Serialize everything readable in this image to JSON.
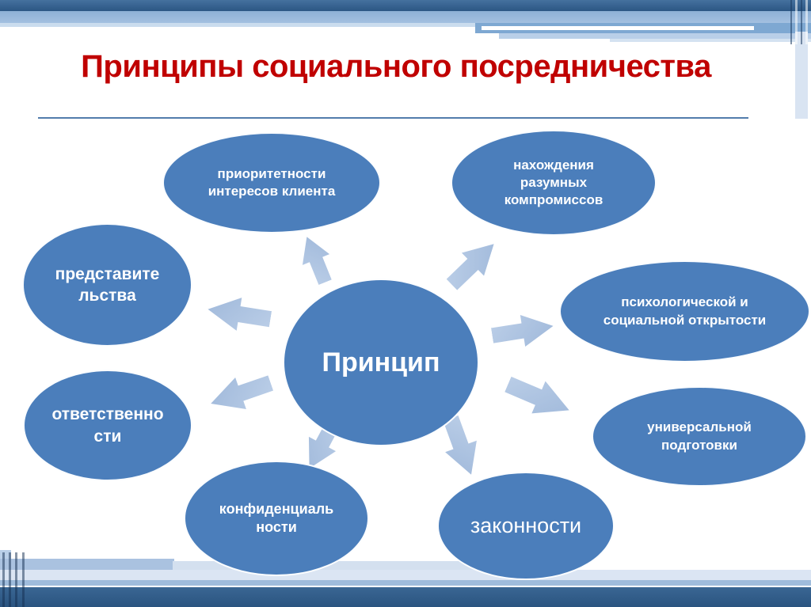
{
  "slide": {
    "title": "Принципы социального посредничества",
    "center": {
      "label": "Принцип"
    },
    "nodes": [
      {
        "id": "priority",
        "label": "приоритетности\nинтересов клиента"
      },
      {
        "id": "compromise",
        "label": "нахождения\nразумных\nкомпромиссов"
      },
      {
        "id": "representation",
        "label": "представите\nльства"
      },
      {
        "id": "responsibility",
        "label": "ответственно\nсти"
      },
      {
        "id": "openness",
        "label": "психологической и\nсоциальной открытости"
      },
      {
        "id": "universal",
        "label": "универсальной\nподготовки"
      },
      {
        "id": "confidentiality",
        "label": "конфиденциаль\nности"
      },
      {
        "id": "legality",
        "label": "законности"
      }
    ],
    "arrows": [
      {
        "direction": "up-left",
        "target": "priority"
      },
      {
        "direction": "up-right",
        "target": "compromise"
      },
      {
        "direction": "left-up",
        "target": "representation"
      },
      {
        "direction": "left-down",
        "target": "responsibility"
      },
      {
        "direction": "right-up",
        "target": "openness"
      },
      {
        "direction": "right-down",
        "target": "universal"
      },
      {
        "direction": "down-left",
        "target": "confidentiality"
      },
      {
        "direction": "down-right",
        "target": "legality"
      }
    ],
    "colors": {
      "node_fill": "#4b7ebb",
      "node_text": "#ffffff",
      "arrow_fill": "#aec4e0",
      "title_text": "#c00000",
      "header_dark": "#33608f",
      "header_mid": "#96b7da",
      "footer_dark": "#2e5a89",
      "divider": "#527cac"
    }
  }
}
